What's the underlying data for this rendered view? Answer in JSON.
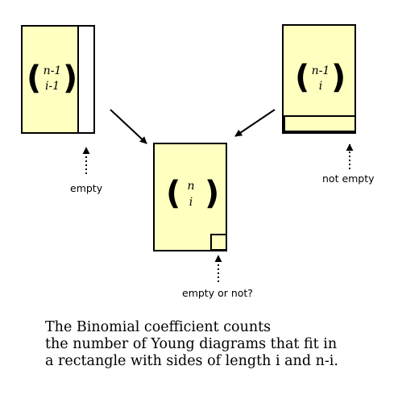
{
  "diagrams": {
    "left": {
      "top": "n-1",
      "bottom": "i-1",
      "note": "empty"
    },
    "right": {
      "top": "n-1",
      "bottom": "i",
      "note": "not empty"
    },
    "center": {
      "top": "n",
      "bottom": "i",
      "note": "empty or not?"
    }
  },
  "caption": {
    "line1": "The Binomial coefficient counts",
    "line2": "the number of Young diagrams that fit in",
    "line3": "a rectangle with sides of length i and n-i."
  },
  "colors": {
    "box_fill": "#ffffc0",
    "stroke": "#000000",
    "strip_fill": "#ffffff"
  }
}
